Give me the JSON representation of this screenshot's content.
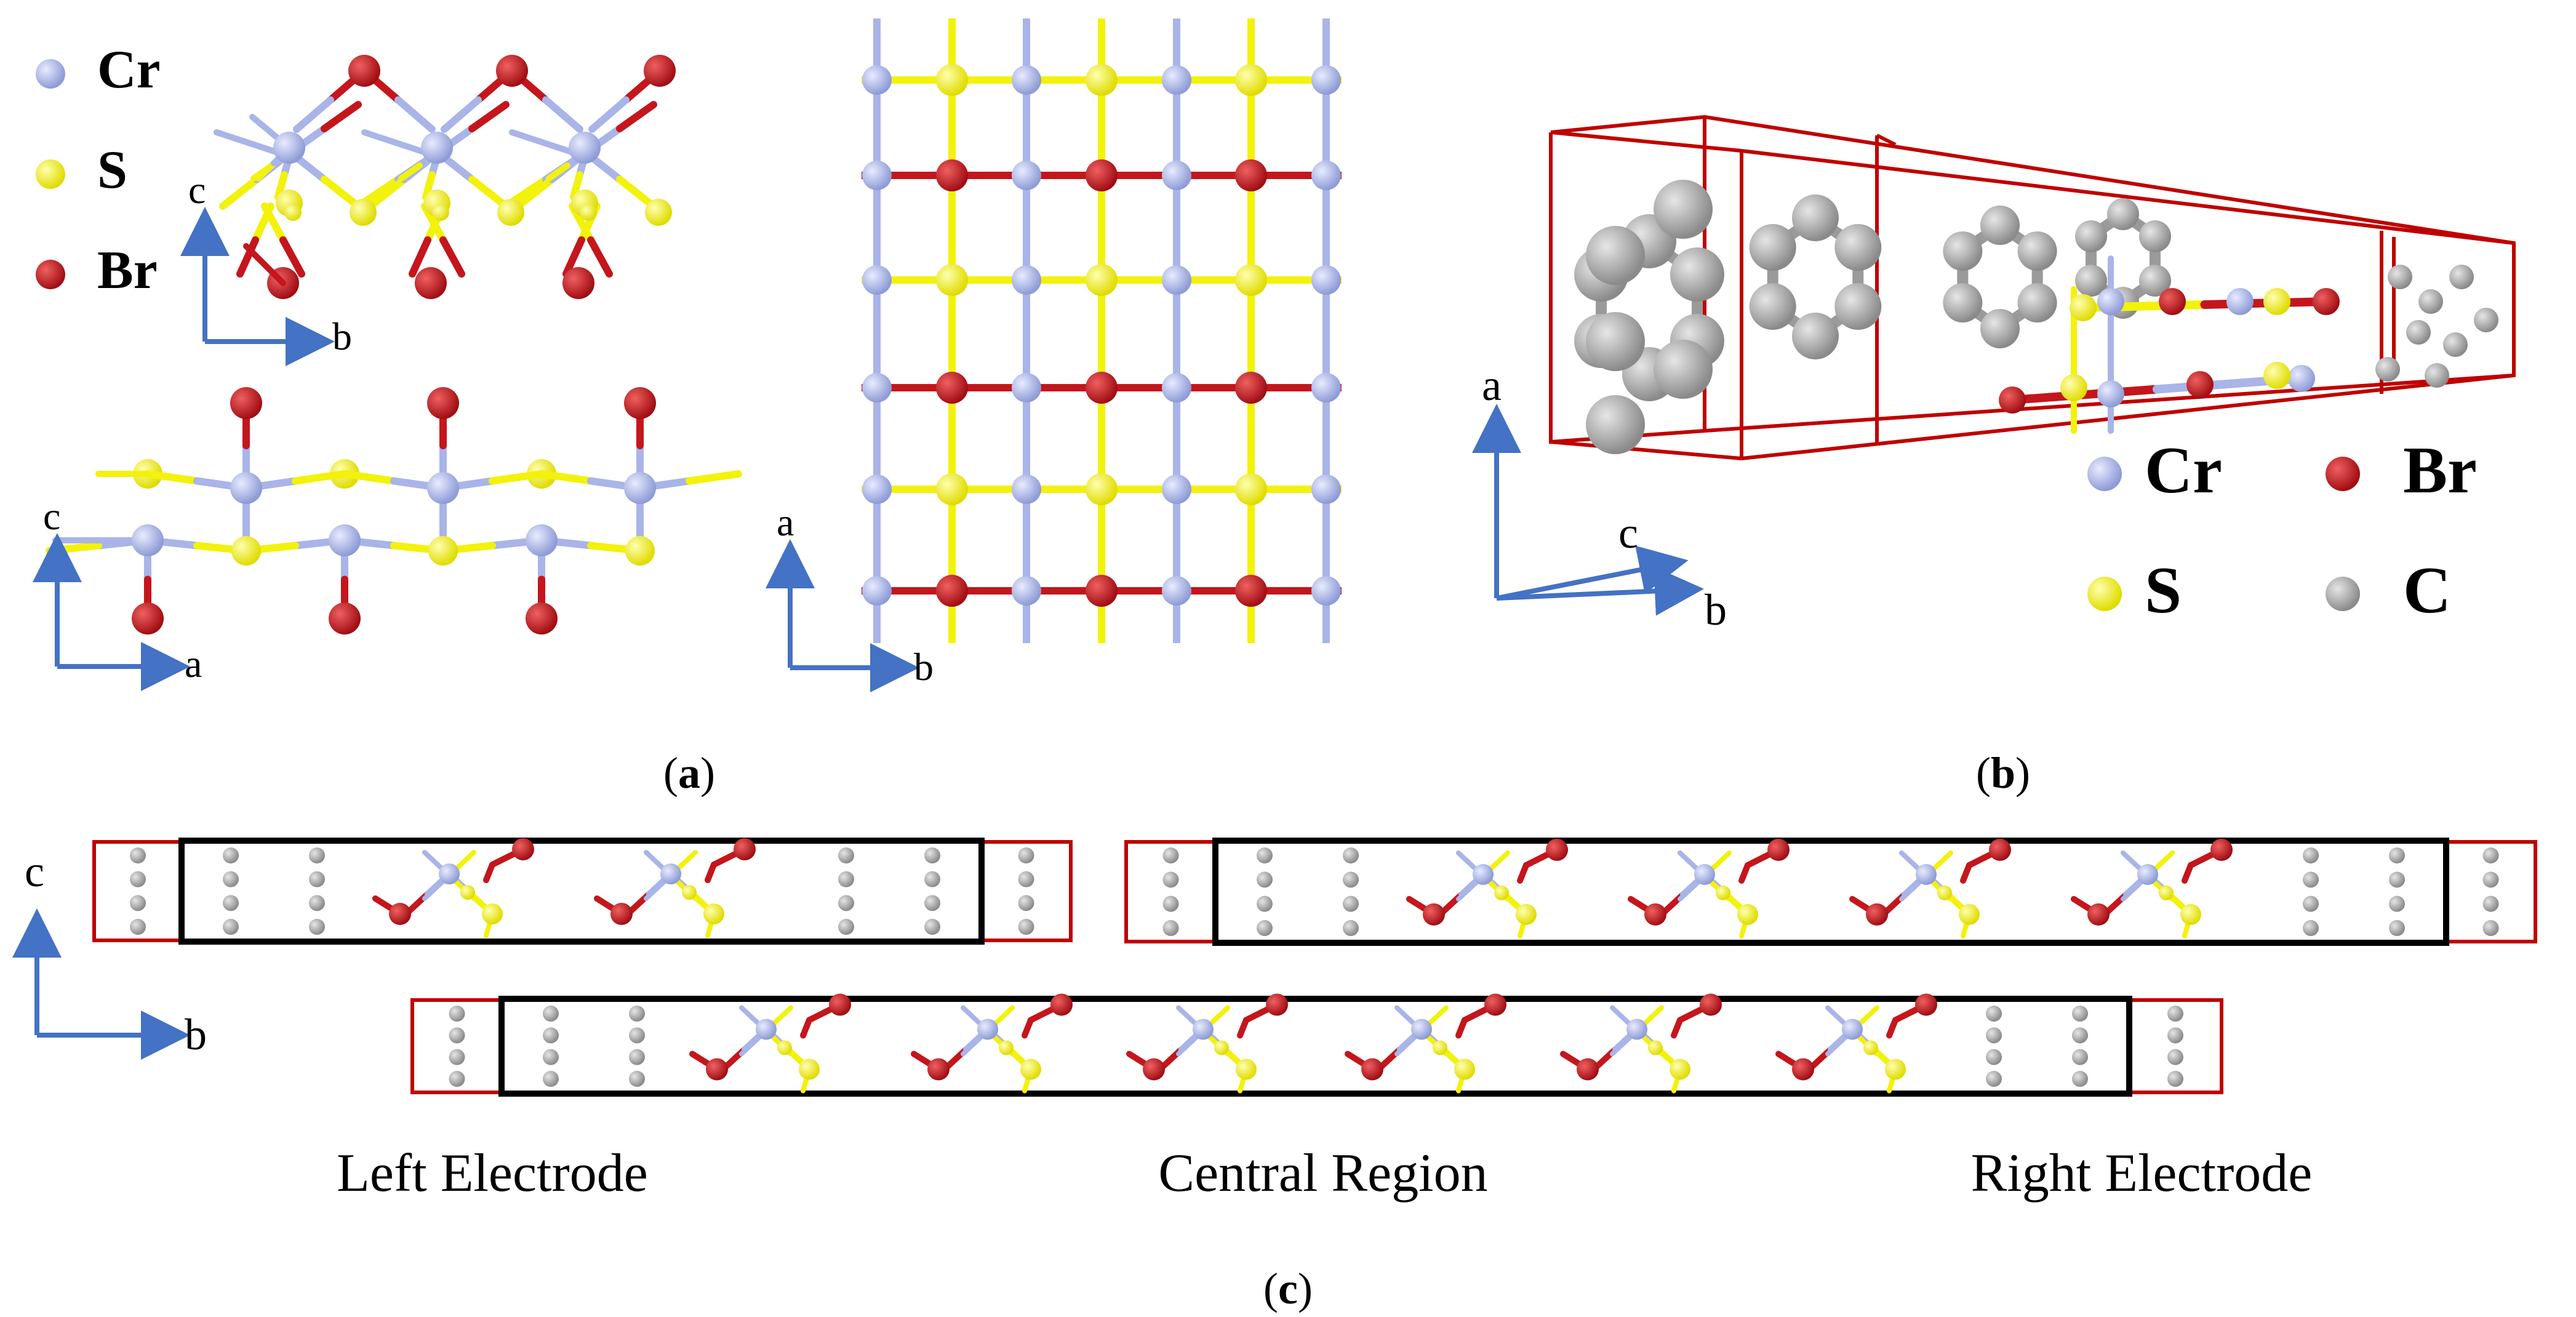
{
  "colors": {
    "Cr": "#a9b4e8",
    "S": "#f2f20a",
    "Br": "#c4161c",
    "C": "#a8a8a8",
    "axis": "#4472c4",
    "cell": "#c00000",
    "region": "#000000"
  },
  "legend_a": {
    "cr": "Cr",
    "s": "S",
    "br": "Br"
  },
  "legend_b": {
    "cr": "Cr",
    "br": "Br",
    "s": "S",
    "c": "C"
  },
  "axes": {
    "a": "a",
    "b": "b",
    "c": "c"
  },
  "panels": {
    "a": "(a)",
    "b": "(b)",
    "c": "(c)"
  },
  "panel_a_label": {
    "open": "(",
    "letter": "a",
    "close": ")"
  },
  "panel_b_label": {
    "open": "(",
    "letter": "b",
    "close": ")"
  },
  "panel_c_label": {
    "open": "(",
    "letter": "c",
    "close": ")"
  },
  "regions": {
    "left": "Left Electrode",
    "center": "Central Region",
    "right": "Right Electrode"
  }
}
